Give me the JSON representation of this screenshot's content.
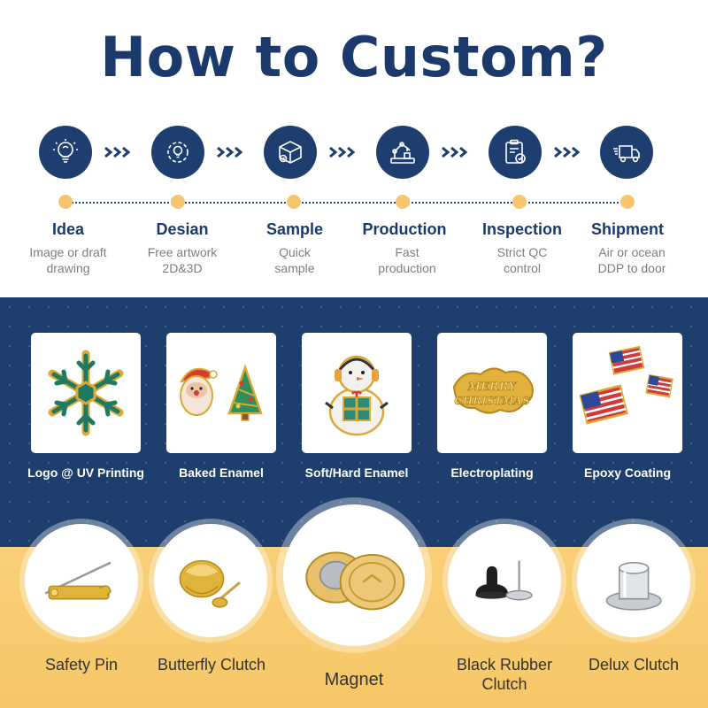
{
  "title": "How to Custom?",
  "steps": [
    {
      "name": "Idea",
      "desc": "Image or draft drawing",
      "icon": "lightbulb-icon"
    },
    {
      "name": "Desian",
      "desc": "Free artwork 2D&3D",
      "icon": "gear-bulb-icon"
    },
    {
      "name": "Sample",
      "desc": "Quick sample",
      "icon": "box-icon"
    },
    {
      "name": "Production",
      "desc": "Fast production",
      "icon": "robot-arm-icon"
    },
    {
      "name": "Inspection",
      "desc": "Strict QC control",
      "icon": "clipboard-check-icon"
    },
    {
      "name": "Shipment",
      "desc": "Air or ocean DDP  to door",
      "icon": "truck-icon"
    }
  ],
  "processes": [
    {
      "label": "Logo @ UV Printing"
    },
    {
      "label": "Baked Enamel"
    },
    {
      "label": "Soft/Hard Enamel"
    },
    {
      "label": "Electroplating"
    },
    {
      "label": "Epoxy Coating"
    }
  ],
  "backings": [
    {
      "label": "Safety Pin"
    },
    {
      "label": "Butterfly Clutch"
    },
    {
      "label": "Magnet"
    },
    {
      "label": "Black Rubber Clutch"
    },
    {
      "label": "Delux Clutch"
    }
  ],
  "electroplating_text": "MERRY CHRISTMAS",
  "colors": {
    "navy": "#1b3a6b",
    "blue_band": "#1e3f6e",
    "accent_yellow": "#f7c56c",
    "gold": "#e0b33a"
  }
}
